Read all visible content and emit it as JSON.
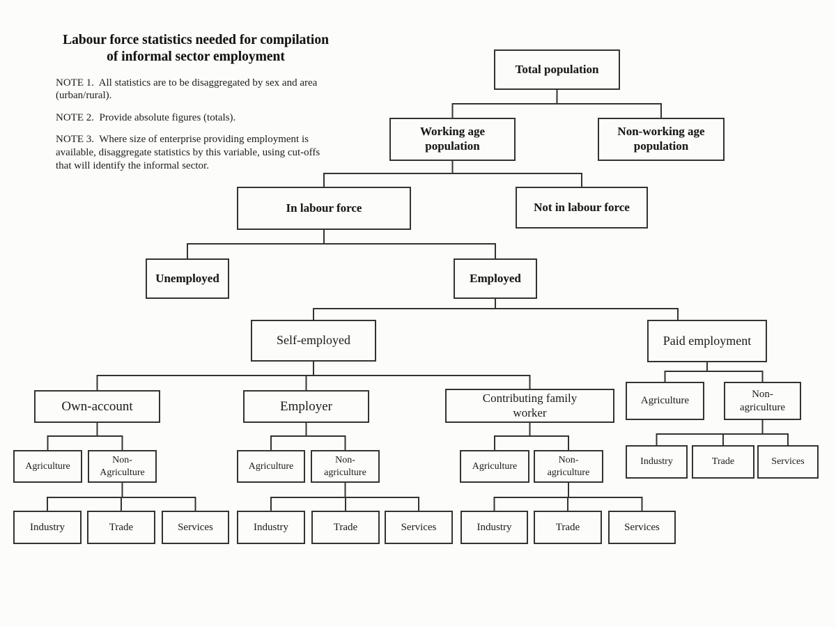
{
  "slide": {
    "title": "Labour force statistics needed for compilation\nof informal sector employment",
    "notes": [
      "NOTE 1.  All statistics are to be disaggregated by sex and area\n(urban/rural).",
      "NOTE 2.  Provide absolute figures (totals).",
      "NOTE 3.  Where size of enterprise providing employment is\navailable, disaggregate statistics by this variable, using cut-offs\nthat will identify the informal sector."
    ]
  },
  "colors": {
    "background": "#fcfcfa",
    "line": "#333331",
    "text": "#1a1a1a"
  },
  "diagram": {
    "type": "tree-flowchart",
    "nodes": [
      {
        "id": "total-population",
        "label": "Total population",
        "bold": true,
        "children": [
          "working-age-population",
          "non-working-age-population"
        ]
      },
      {
        "id": "working-age-population",
        "label": "Working age\npopulation",
        "bold": true,
        "children": [
          "in-labour-force",
          "not-in-labour-force"
        ]
      },
      {
        "id": "non-working-age-population",
        "label": "Non-working age\npopulation",
        "bold": true,
        "children": []
      },
      {
        "id": "in-labour-force",
        "label": "In labour force",
        "bold": true,
        "children": [
          "unemployed",
          "employed"
        ]
      },
      {
        "id": "not-in-labour-force",
        "label": "Not in labour force",
        "bold": true,
        "children": []
      },
      {
        "id": "unemployed",
        "label": "Unemployed",
        "bold": true,
        "children": []
      },
      {
        "id": "employed",
        "label": "Employed",
        "bold": true,
        "children": [
          "self-employed",
          "paid-employment"
        ]
      },
      {
        "id": "self-employed",
        "label": "Self-employed",
        "bold": false,
        "children": [
          "own-account",
          "employer",
          "contributing-family-worker"
        ]
      },
      {
        "id": "paid-employment",
        "label": "Paid employment",
        "bold": false,
        "children": [
          "pe-agriculture",
          "pe-non-agriculture"
        ]
      },
      {
        "id": "own-account",
        "label": "Own-account",
        "bold": false,
        "children": [
          "oa-agriculture",
          "oa-non-agriculture"
        ]
      },
      {
        "id": "employer",
        "label": "Employer",
        "bold": false,
        "children": [
          "em-agriculture",
          "em-non-agriculture"
        ]
      },
      {
        "id": "contributing-family-worker",
        "label": "Contributing family\nworker",
        "bold": false,
        "children": [
          "cf-agriculture",
          "cf-non-agriculture"
        ]
      },
      {
        "id": "oa-agriculture",
        "label": "Agriculture",
        "bold": false,
        "children": []
      },
      {
        "id": "oa-non-agriculture",
        "label": "Non-\nAgriculture",
        "bold": false,
        "children": [
          "oa-industry",
          "oa-trade",
          "oa-services"
        ]
      },
      {
        "id": "em-agriculture",
        "label": "Agriculture",
        "bold": false,
        "children": []
      },
      {
        "id": "em-non-agriculture",
        "label": "Non-\nagriculture",
        "bold": false,
        "children": [
          "em-industry",
          "em-trade",
          "em-services"
        ]
      },
      {
        "id": "cf-agriculture",
        "label": "Agriculture",
        "bold": false,
        "children": []
      },
      {
        "id": "cf-non-agriculture",
        "label": "Non-\nagriculture",
        "bold": false,
        "children": [
          "cf-industry",
          "cf-trade",
          "cf-services"
        ]
      },
      {
        "id": "pe-agriculture",
        "label": "Agriculture",
        "bold": false,
        "children": []
      },
      {
        "id": "pe-non-agriculture",
        "label": "Non-\nagriculture",
        "bold": false,
        "children": [
          "pe-industry",
          "pe-trade",
          "pe-services"
        ]
      },
      {
        "id": "oa-industry",
        "label": "Industry",
        "bold": false,
        "children": []
      },
      {
        "id": "oa-trade",
        "label": "Trade",
        "bold": false,
        "children": []
      },
      {
        "id": "oa-services",
        "label": "Services",
        "bold": false,
        "children": []
      },
      {
        "id": "em-industry",
        "label": "Industry",
        "bold": false,
        "children": []
      },
      {
        "id": "em-trade",
        "label": "Trade",
        "bold": false,
        "children": []
      },
      {
        "id": "em-services",
        "label": "Services",
        "bold": false,
        "children": []
      },
      {
        "id": "cf-industry",
        "label": "Industry",
        "bold": false,
        "children": []
      },
      {
        "id": "cf-trade",
        "label": "Trade",
        "bold": false,
        "children": []
      },
      {
        "id": "cf-services",
        "label": "Services",
        "bold": false,
        "children": []
      },
      {
        "id": "pe-industry",
        "label": "Industry",
        "bold": false,
        "children": []
      },
      {
        "id": "pe-trade",
        "label": "Trade",
        "bold": false,
        "children": []
      },
      {
        "id": "pe-services",
        "label": "Services",
        "bold": false,
        "children": []
      }
    ]
  }
}
